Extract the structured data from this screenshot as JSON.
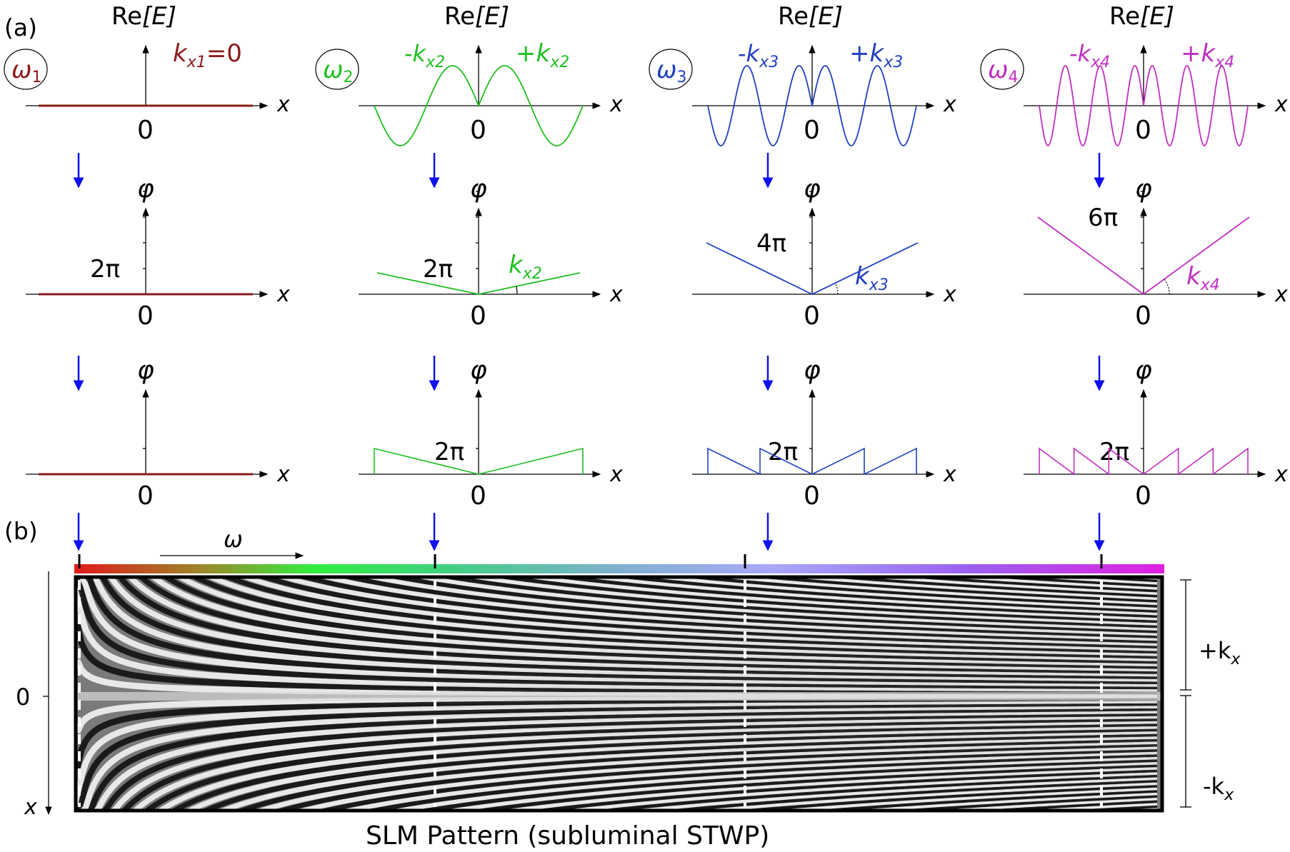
{
  "panel_a_label": "(a)",
  "panel_b_label": "(b)",
  "re_e_prefix": "Re",
  "re_e_symbol": "[E]",
  "axis_x": "x",
  "axis_phi": "φ",
  "zero": "0",
  "omega_arrow_label": "ω",
  "slm_caption": "SLM Pattern (subluminal STWP)",
  "left_zero": "0",
  "left_x": "x",
  "kx_plus": "+k",
  "kx_minus": "-k",
  "kx_sub": "x",
  "columns": [
    {
      "omega": "ω",
      "omega_sub": "1",
      "color": "#8b1a1a",
      "kx_left": "",
      "kx_left_sub": "",
      "kx_right": "k",
      "kx_right_sub": "x1",
      "kx_right_eq": "=0",
      "phi_tick": "2π",
      "phi_slope_label": "",
      "phi_slope_sub": "",
      "wrap_tick": ""
    },
    {
      "omega": "ω",
      "omega_sub": "2",
      "color": "#20c020",
      "kx_left": "-k",
      "kx_left_sub": "x2",
      "kx_right": "+k",
      "kx_right_sub": "x2",
      "kx_right_eq": "",
      "phi_tick": "2π",
      "phi_slope_label": "k",
      "phi_slope_sub": "x2",
      "wrap_tick": "2π"
    },
    {
      "omega": "ω",
      "omega_sub": "3",
      "color": "#2040c0",
      "kx_left": "-k",
      "kx_left_sub": "x3",
      "kx_right": "+k",
      "kx_right_sub": "x3",
      "kx_right_eq": "",
      "phi_tick": "4π",
      "phi_slope_label": "k",
      "phi_slope_sub": "x3",
      "wrap_tick": "2π"
    },
    {
      "omega": "ω",
      "omega_sub": "4",
      "color": "#c030c0",
      "kx_left": "-k",
      "kx_left_sub": "x4",
      "kx_right": "+k",
      "kx_right_sub": "x4",
      "kx_right_eq": "",
      "phi_tick": "6π",
      "phi_slope_label": "k",
      "phi_slope_sub": "x4",
      "wrap_tick": "2π"
    }
  ],
  "colors": {
    "arrow": "#1010ee",
    "axis": "#000000"
  }
}
